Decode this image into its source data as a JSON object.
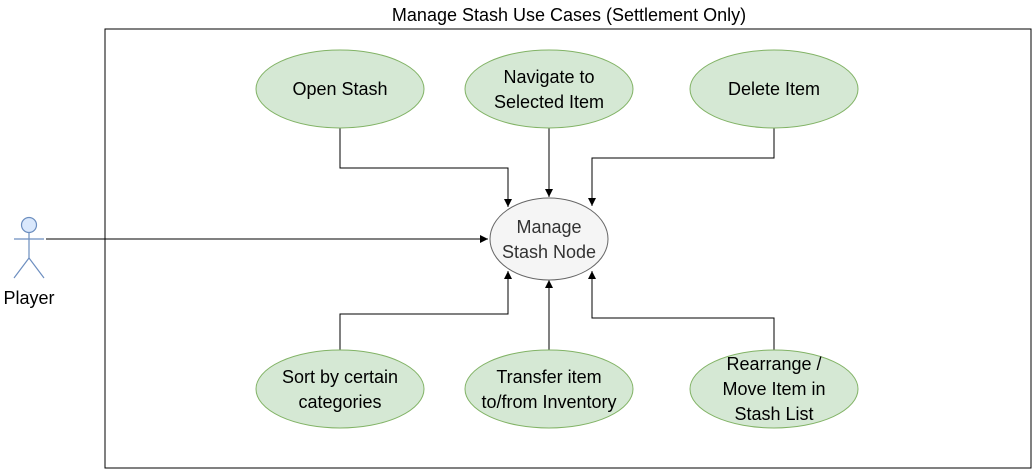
{
  "diagram": {
    "title": "Manage Stash Use Cases (Settlement Only)",
    "actor": {
      "label": "Player"
    },
    "center": {
      "lines": [
        "Manage",
        "Stash Node"
      ]
    },
    "use_cases": [
      {
        "id": "open-stash",
        "lines": [
          "Open Stash"
        ]
      },
      {
        "id": "navigate-to-selected-item",
        "lines": [
          "Navigate to",
          "Selected Item"
        ]
      },
      {
        "id": "delete-item",
        "lines": [
          "Delete Item"
        ]
      },
      {
        "id": "sort-by-categories",
        "lines": [
          "Sort by certain",
          "categories"
        ]
      },
      {
        "id": "transfer-item",
        "lines": [
          "Transfer item",
          "to/from Inventory"
        ]
      },
      {
        "id": "rearrange-move-item",
        "lines": [
          "Rearrange /",
          "Move Item in",
          "Stash List"
        ]
      }
    ],
    "colors": {
      "use_case_fill": "#d5e8d4",
      "use_case_stroke": "#82b366",
      "center_fill": "#f5f5f5",
      "center_stroke": "#666666",
      "center_text": "#333333",
      "actor_fill": "#dae8fc",
      "actor_stroke": "#6c8ebf",
      "line": "#000000",
      "text": "#000000"
    }
  }
}
